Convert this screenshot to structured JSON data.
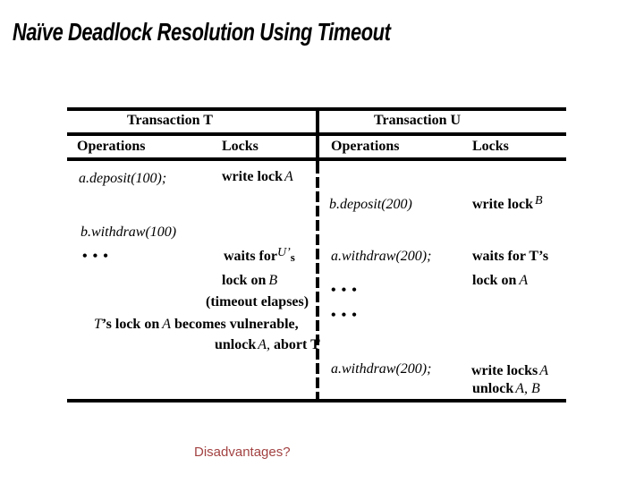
{
  "slide": {
    "title": "Naïve Deadlock Resolution Using Timeout",
    "footer_question": "Disadvantages?"
  },
  "colors": {
    "text": "#000000",
    "footer": "#a34242",
    "background": "#ffffff",
    "table_lines": "#000000"
  },
  "table": {
    "left": {
      "header": "Transaction T",
      "columns": {
        "operations": "Operations",
        "locks": "Locks"
      },
      "op_deposit": "a.deposit(100);",
      "lock_write": {
        "text": "write lock",
        "var": "A"
      },
      "op_withdraw": "b.withdraw(100)",
      "dots": "•••",
      "waits": {
        "text": "waits for",
        "var": "U’",
        "suffix": "s"
      },
      "lock_on": {
        "text": "lock on",
        "var": "B"
      },
      "timeout": "(timeout elapses)",
      "vulnerable": {
        "t": "T",
        "mid": "’s lock on",
        "a": "A",
        "end": "becomes vulnerable,"
      },
      "unlock": {
        "text": "unlock",
        "var": "A,",
        "end": "abort T"
      }
    },
    "right": {
      "header": "Transaction U",
      "columns": {
        "operations": "Operations",
        "locks": "Locks"
      },
      "op_deposit": "b.deposit(200)",
      "lock_write": {
        "text": "write lock",
        "var": "B"
      },
      "op_withdraw": "a.withdraw(200);",
      "waits": "waits for T’s",
      "dots1": "•••",
      "lock_on": {
        "text": "lock on",
        "var": "A"
      },
      "dots2": "•••",
      "op_withdraw2": "a.withdraw(200);",
      "lock_writes": {
        "text": "write locks",
        "var": "A"
      },
      "unlock": {
        "text": "unlock",
        "var": "A, B"
      }
    }
  }
}
